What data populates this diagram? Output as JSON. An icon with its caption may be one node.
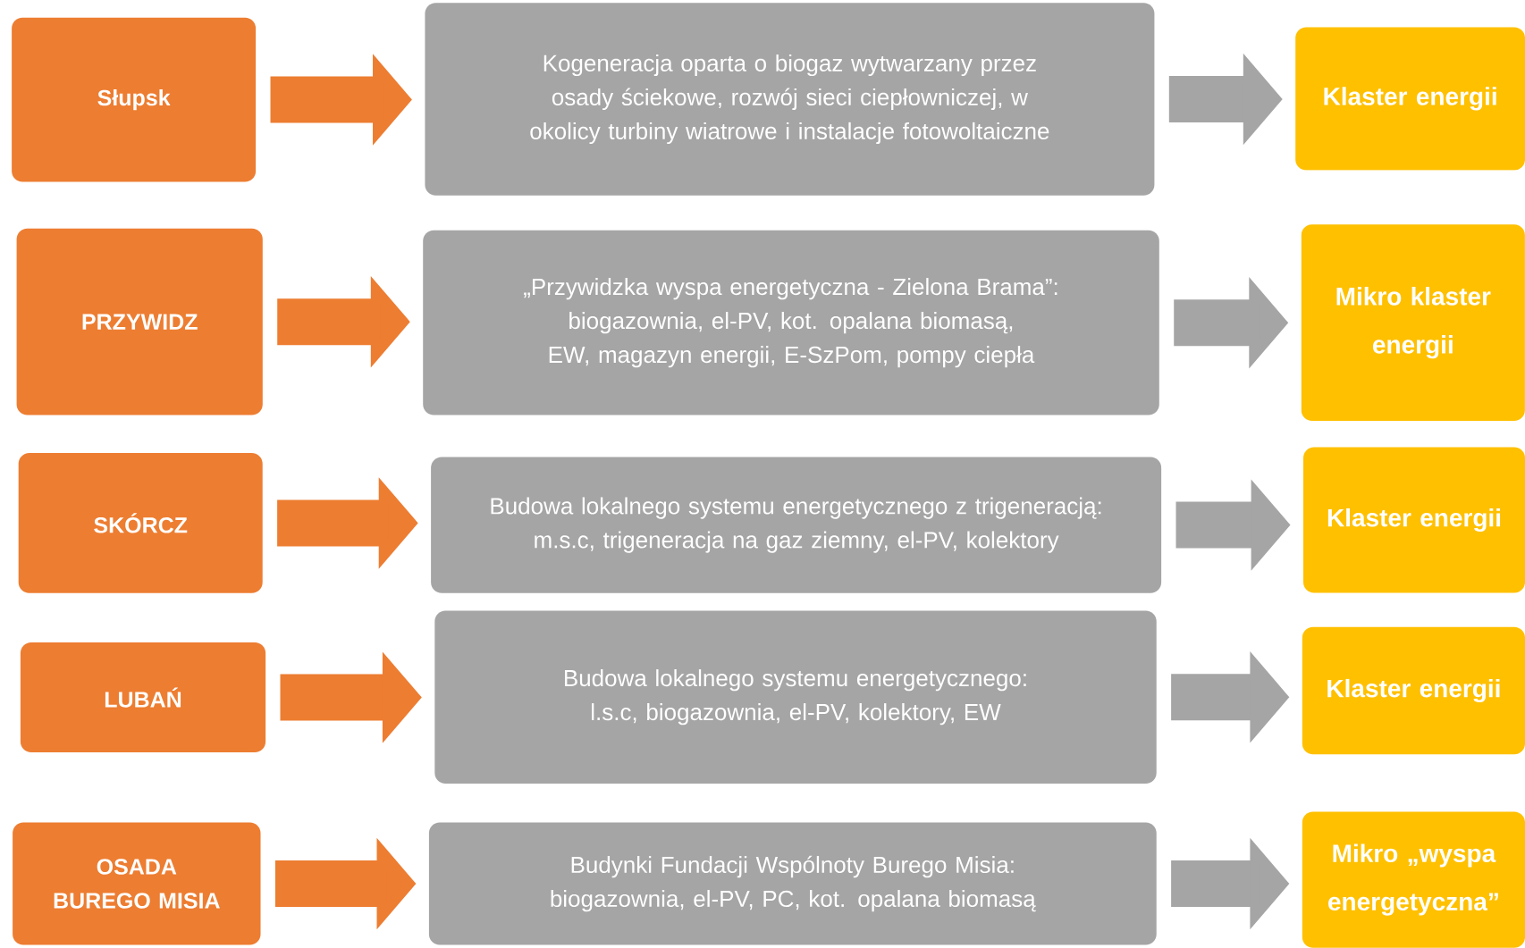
{
  "diagram": {
    "nodes": [
      {
        "text": [
          "Słupsk"
        ]
      },
      {
        "text": [
          "Kogeneracja oparta o biogaz wytwarzany przez osady ściekowe, rozwój sieci ciepłowniczej, w okolicy turbiny wiatrowe i instalacje fotowoltaiczne"
        ]
      },
      {
        "text": [
          "Klaster energii"
        ]
      },
      {
        "text": [
          "PRZYWIDZ"
        ]
      },
      {
        "text": [
          "„Przywidzka wyspa energetyczna - Zielona Brama”: biogazownia, el-PV, kot. opalana biomasą, EW, magazyn energii, E-SzPom,  pompy ciepła"
        ]
      },
      {
        "text": [
          "Mikro klaster energii"
        ]
      },
      {
        "text": [
          "SKÓRCZ"
        ]
      },
      {
        "text": [
          "Budowa lokalnego systemu energetycznego z trigeneracją: m.s.c, trigeneracja na gaz ziemny, el-PV, kolektory"
        ]
      },
      {
        "text": [
          "Klaster energii"
        ]
      },
      {
        "text": [
          "LUBAŃ"
        ]
      },
      {
        "text": [
          "Budowa lokalnego systemu energetycznego: l.s.c, biogazownia, el-PV, kolektory, EW"
        ]
      },
      {
        "text": [
          "Klaster energii"
        ]
      },
      {
        "text": [
          "OSADA BUREGO MISIA"
        ]
      },
      {
        "text": [
          "Budynki Fundacji Wspólnoty Burego Misia: biogazownia, el-PV, PC, kot. opalana biomasą"
        ]
      },
      {
        "text": [
          "Mikro „wyspa energetyczna”"
        ]
      }
    ],
    "edges": [
      {
        "from": 0,
        "to": 1,
        "arrow": "to",
        "color": "#ed7d31"
      },
      {
        "from": 1,
        "to": 2,
        "arrow": "to",
        "color": "#a5a5a5"
      },
      {
        "from": 3,
        "to": 4,
        "arrow": "to",
        "color": "#ed7d31"
      },
      {
        "from": 4,
        "to": 5,
        "arrow": "to",
        "color": "#a5a5a5"
      },
      {
        "from": 6,
        "to": 7,
        "arrow": "to",
        "color": "#ed7d31"
      },
      {
        "from": 7,
        "to": 8,
        "arrow": "to",
        "color": "#a5a5a5"
      },
      {
        "from": 9,
        "to": 10,
        "arrow": "to",
        "color": "#ed7d31"
      },
      {
        "from": 10,
        "to": 11,
        "arrow": "to",
        "color": "#a5a5a5"
      },
      {
        "from": 12,
        "to": 13,
        "arrow": "to",
        "color": "#ed7d31"
      },
      {
        "from": 13,
        "to": 14,
        "arrow": "to",
        "color": "#a5a5a5"
      }
    ]
  }
}
